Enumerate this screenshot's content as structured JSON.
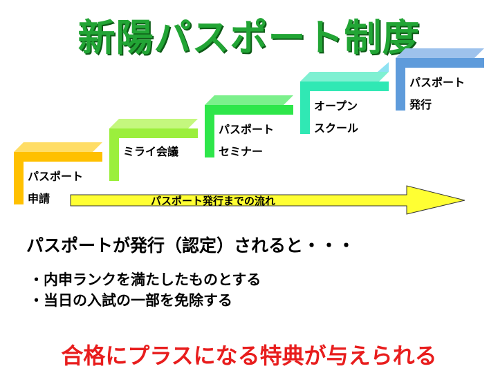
{
  "title": "新陽パスポート制度",
  "steps": [
    {
      "line1": "パスポート",
      "line2": "申請",
      "color": "#ffc000"
    },
    {
      "line1": "ミライ会議",
      "line2": "",
      "color": "#9bef3c"
    },
    {
      "line1": "パスポート",
      "line2": "セミナー",
      "color": "#2ee64a"
    },
    {
      "line1": "オープン",
      "line2": "スクール",
      "color": "#30e8b4"
    },
    {
      "line1": "パスポート",
      "line2": "発行",
      "color": "#5e9bdb"
    }
  ],
  "flow_arrow": {
    "label": "パスポート発行までの流れ",
    "color": "#ffff33"
  },
  "result_text": "パスポートが発行（認定）されると・・・",
  "bullets": [
    "内申ランクを満たしたものとする",
    "当日の入試の一部を免除する"
  ],
  "benefit_text": "合格にプラスになる特典が与えられる",
  "colors": {
    "title": "#22a535",
    "benefit": "#e81d1d"
  }
}
